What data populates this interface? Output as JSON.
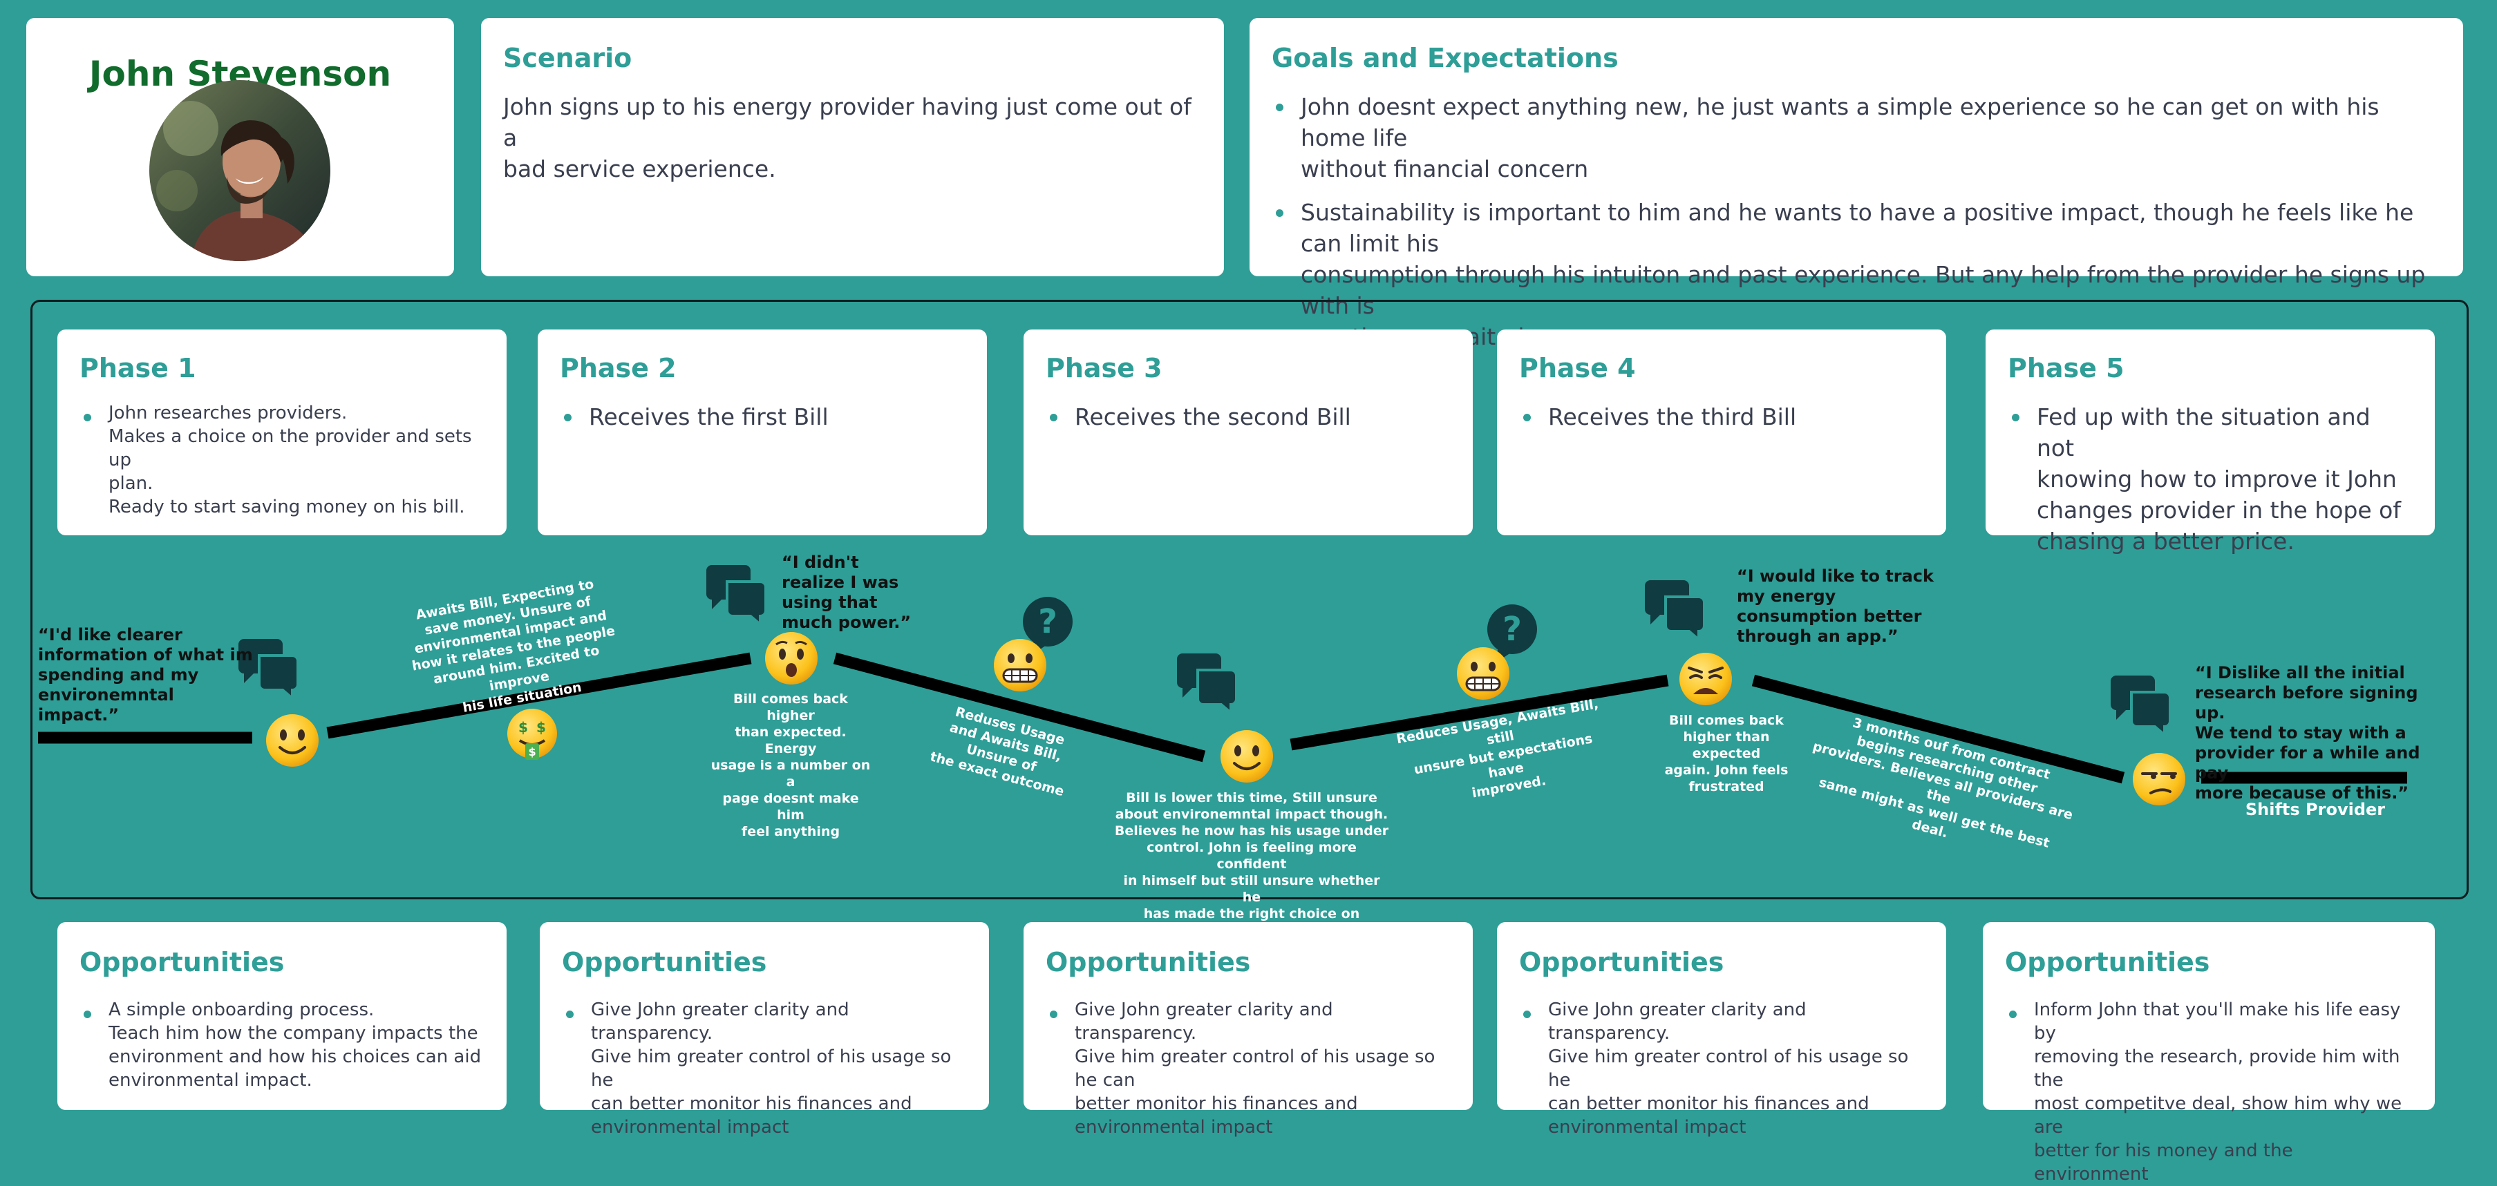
{
  "persona": {
    "name": "John Stevenson"
  },
  "scenario": {
    "title": "Scenario",
    "text_lines": [
      "John signs up to his energy provider having just come out of a",
      "bad service experience."
    ]
  },
  "goals": {
    "title": "Goals and Expectations",
    "items": [
      {
        "lines": [
          "John doesnt expect anything new, he just wants a simple experience so he can get on with his home life",
          "without financial concern"
        ]
      },
      {
        "lines": [
          "Sustainability is important to him and he wants to have a positive impact, though he feels like he can limit his",
          "consumption through his intuiton and past experience. But any help from the provider he signs up with is",
          "greatly apprecaited."
        ]
      }
    ]
  },
  "phases": [
    {
      "title": "Phase 1",
      "lines": [
        "John researches providers.",
        "Makes a choice on the provider and sets up",
        "plan.",
        "Ready to start saving money on his bill."
      ]
    },
    {
      "title": "Phase 2",
      "lines": [
        "Receives the first Bill"
      ]
    },
    {
      "title": "Phase 3",
      "lines": [
        "Receives the second Bill"
      ]
    },
    {
      "title": "Phase 4",
      "lines": [
        "Receives the third Bill"
      ]
    },
    {
      "title": "Phase 5",
      "lines": [
        "Fed up with the situation and not",
        "knowing how to improve it John",
        "changes provider in the hope of",
        "chasing a better price."
      ]
    }
  ],
  "journey": {
    "quotes": [
      {
        "lines": [
          "“I'd like clearer",
          "information of what im",
          "spending and my",
          "environemntal impact.”"
        ]
      },
      {
        "lines": [
          "“I didn't",
          "realize I was",
          "using that",
          "much power.”"
        ]
      },
      {
        "lines": [
          "“I would like to track",
          "my energy",
          "consumption better",
          "through an app.”"
        ]
      },
      {
        "lines": [
          "“I Dislike all the initial",
          "research before signing up.",
          "We  tend to stay with a",
          "provider for a while and pay",
          "more because of this.”"
        ]
      }
    ],
    "notes": [
      {
        "lines": [
          "Awaits Bill, Expecting to",
          "save money. Unsure of",
          "environmental impact and",
          "how it relates to the people",
          "around him. Excited to improve",
          "his life situation"
        ]
      },
      {
        "lines": [
          "Bill comes back higher",
          "than expected. Energy",
          "usage is a number on a",
          "page doesnt make him",
          "feel anything"
        ]
      },
      {
        "lines": [
          "Reduses Usage",
          "and Awaits Bill,",
          "Unsure of",
          "the exact outcome"
        ]
      },
      {
        "lines": [
          "Bill Is lower this time, Still unsure",
          "about environemntal impact though.",
          "Believes he now has his usage under",
          "control. John is feeling more confident",
          "in himself but still unsure whether he",
          "has made the right choice on provider"
        ]
      },
      {
        "lines": [
          "Reduces Usage, Awaits Bill, still",
          "unsure but expectations have",
          "improved."
        ]
      },
      {
        "lines": [
          "Bill comes back",
          "higher than expected",
          "again. John feels",
          "frustrated"
        ]
      },
      {
        "lines": [
          "3 months ouf from contract",
          "begins researching other",
          "providers. Believes all providers are the",
          "same might as well get the best deal."
        ]
      },
      {
        "lines": [
          "Shifts Provider"
        ]
      }
    ]
  },
  "opportunities": [
    {
      "title": "Opportunities",
      "lines": [
        "A simple onboarding process.",
        "Teach him how the company impacts the",
        "environment and how his choices can aid",
        "environmental impact."
      ]
    },
    {
      "title": "Opportunities",
      "lines": [
        "Give John greater clarity and transparency.",
        "Give him greater control of his usage so he",
        "can better monitor  his finances and",
        "environmental impact"
      ]
    },
    {
      "title": "Opportunities",
      "lines": [
        "Give John greater clarity and transparency.",
        "Give him greater control of his usage so he can",
        "better monitor  his finances and",
        "environmental impact"
      ]
    },
    {
      "title": "Opportunities",
      "lines": [
        "Give John greater  clarity and transparency.",
        "Give him greater control of his usage so he",
        "can better monitor  his finances and",
        "environmental impact"
      ]
    },
    {
      "title": "Opportunities",
      "lines": [
        "Inform John that you'll make his life easy by",
        "removing the research, provide him with the",
        "most competitve deal, show him why we are",
        "better  for his money and the environment"
      ]
    }
  ],
  "colors": {
    "teal": "#2e9e97",
    "white": "#ffffff",
    "dark": "#0e1d20",
    "name_green": "#116b2c",
    "text": "#3a3f4f"
  },
  "icons": [
    "avatar-photo",
    "chat-bubbles-icon",
    "question-bubble-icon",
    "slightly-smiling-face-emoji",
    "money-mouth-face-emoji",
    "hushed-face-emoji",
    "grimacing-face-emoji",
    "weary-face-emoji",
    "unamused-face-emoji"
  ]
}
